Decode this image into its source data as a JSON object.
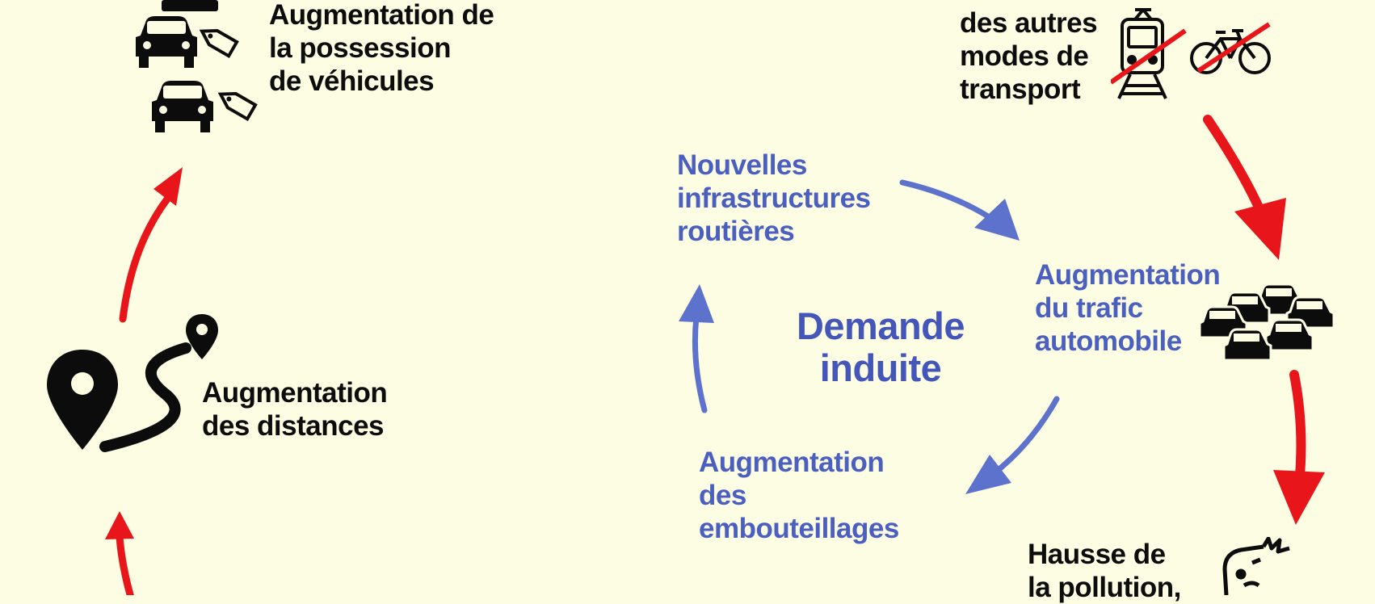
{
  "colors": {
    "background": "#fdfde3",
    "outer_arrow": "#e8161b",
    "inner_arrow": "#5d72cc",
    "inner_text": "#4a5fbf",
    "outer_text": "#0c0c0c"
  },
  "center": {
    "title": "Demande\ninduite"
  },
  "inner_cycle": [
    {
      "id": "new-roads",
      "text": "Nouvelles\ninfrastructures\nroutières"
    },
    {
      "id": "more-traffic",
      "text": "Augmentation\ndu trafic\nautomobile"
    },
    {
      "id": "more-congestion",
      "text": "Augmentation\ndes\nembouteillages"
    }
  ],
  "outer_cycle": [
    {
      "id": "vehicle-ownership",
      "text": "Augmentation de\nla possession\nde véhicules",
      "icon": "cars-with-price-tags-icon"
    },
    {
      "id": "other-modes",
      "text": "des autres\nmodes de\ntransport",
      "icon": "crossed-out-train-and-bicycle-icon"
    },
    {
      "id": "distances",
      "text": "Augmentation\ndes distances",
      "icon": "route-with-location-pins-icon"
    },
    {
      "id": "pollution",
      "text": "Hausse de\nla pollution,",
      "icon": "stressed-person-icon"
    }
  ]
}
